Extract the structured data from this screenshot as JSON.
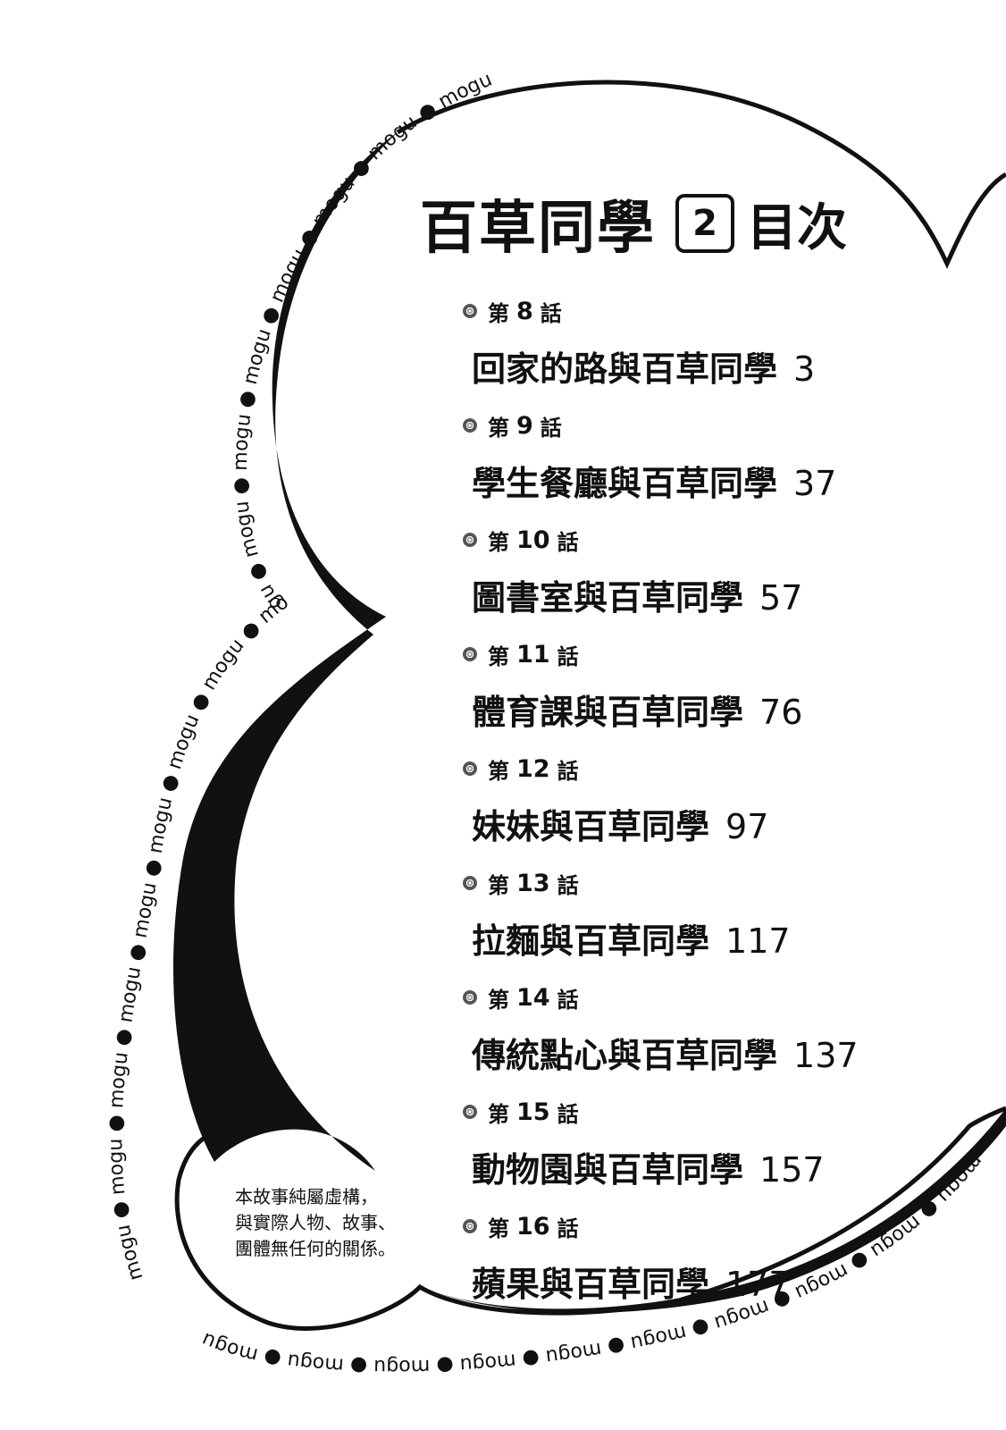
{
  "title": {
    "main": "百草同學",
    "volume": "2",
    "suffix": "目次"
  },
  "decoration": {
    "ring_text": "mogu"
  },
  "chapter_prefix": "第",
  "chapter_suffix": "話",
  "chapters": [
    {
      "number": "8",
      "title": "回家的路與百草同學",
      "page": "3"
    },
    {
      "number": "9",
      "title": "學生餐廳與百草同學",
      "page": "37"
    },
    {
      "number": "10",
      "title": "圖書室與百草同學",
      "page": "57"
    },
    {
      "number": "11",
      "title": "體育課與百草同學",
      "page": "76"
    },
    {
      "number": "12",
      "title": "妹妹與百草同學",
      "page": "97"
    },
    {
      "number": "13",
      "title": "拉麵與百草同學",
      "page": "117"
    },
    {
      "number": "14",
      "title": "傳統點心與百草同學",
      "page": "137"
    },
    {
      "number": "15",
      "title": "動物園與百草同學",
      "page": "157"
    },
    {
      "number": "16",
      "title": "蘋果與百草同學",
      "page": "177"
    }
  ],
  "disclaimer": {
    "line1": "本故事純屬虛構，",
    "line2": "與實際人物、故事、",
    "line3": "團體無任何的關係。"
  }
}
